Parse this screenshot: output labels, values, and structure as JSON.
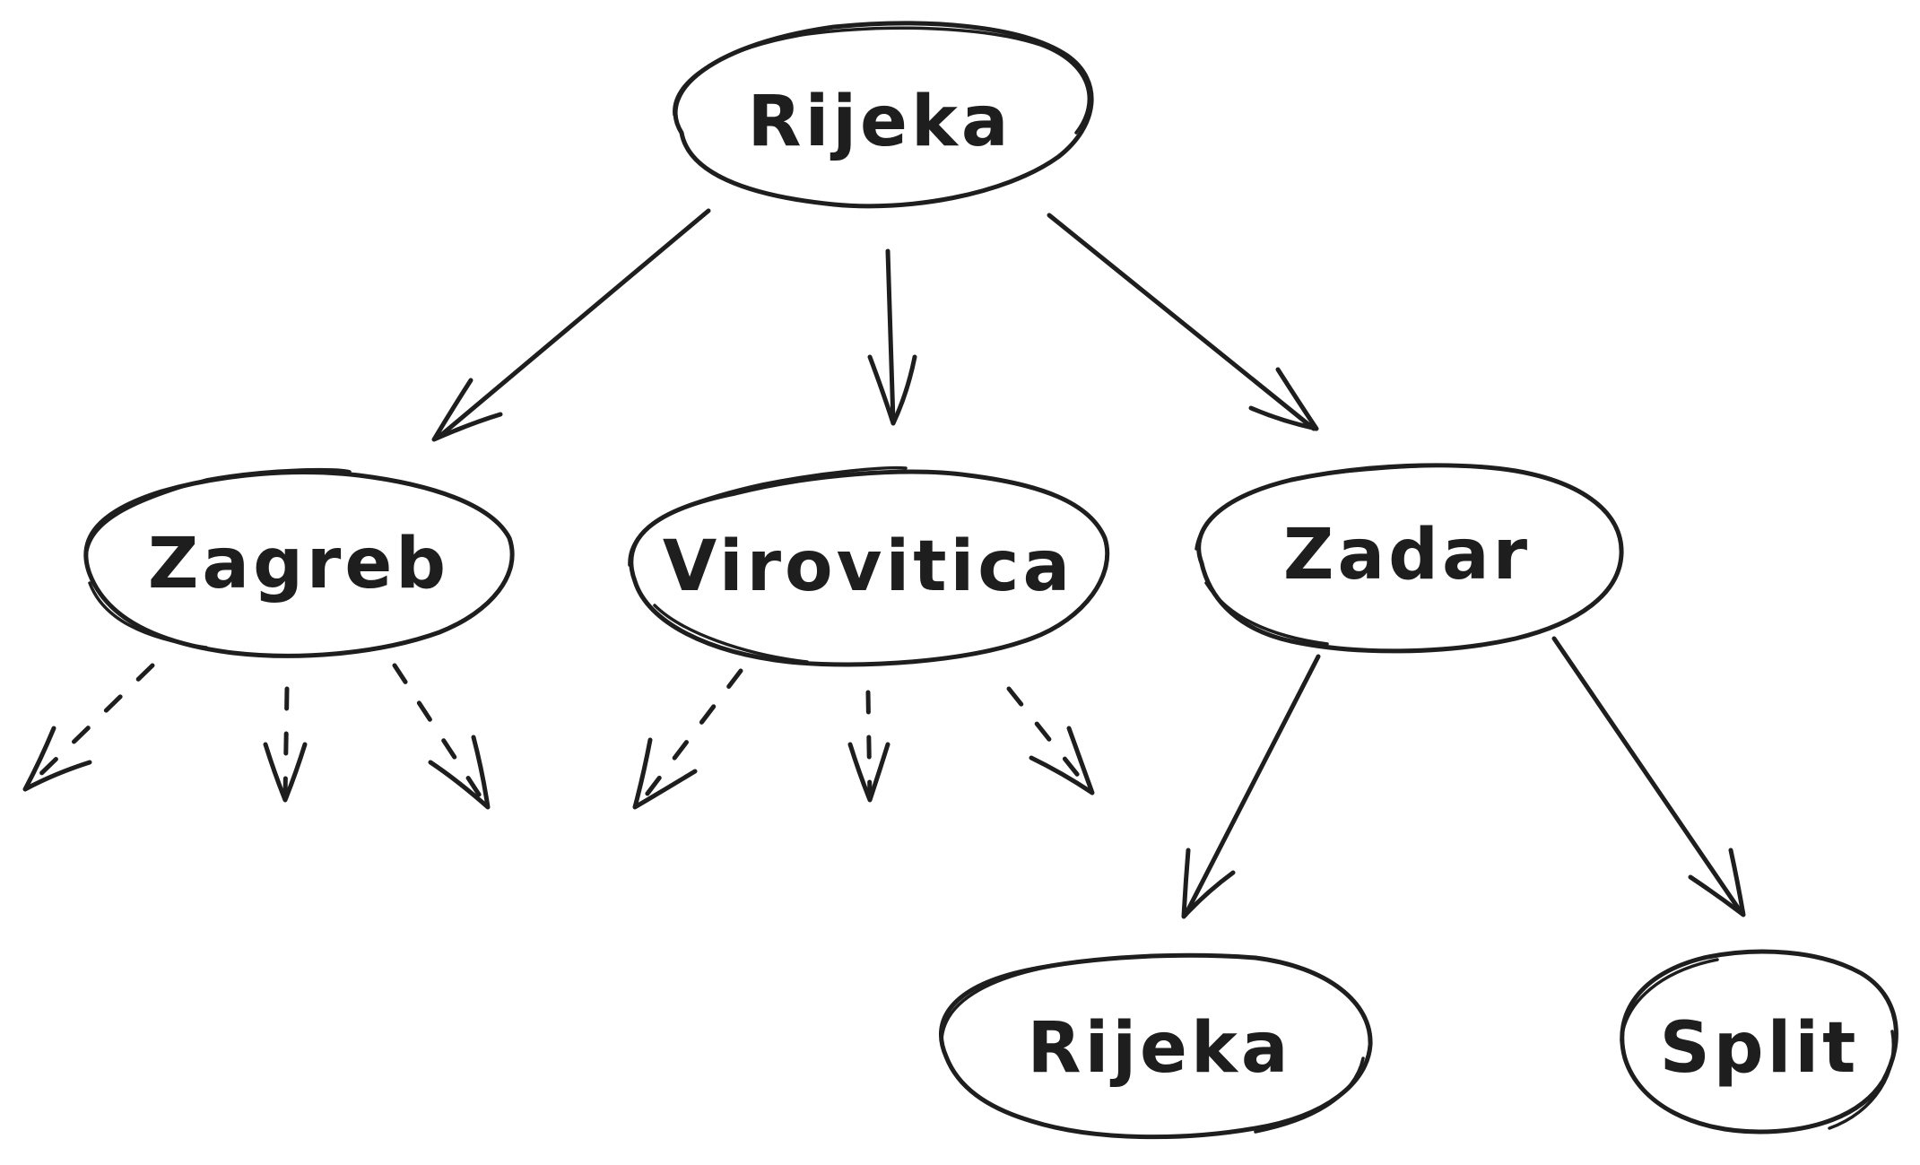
{
  "nodes": {
    "rijeka_root": {
      "label": "Rijeka"
    },
    "zagreb": {
      "label": "Zagreb"
    },
    "virovitica": {
      "label": "Virovitica"
    },
    "zadar": {
      "label": "Zadar"
    },
    "rijeka_leaf": {
      "label": "Rijeka"
    },
    "split": {
      "label": "Split"
    }
  },
  "colors": {
    "stroke": "#1e1e1e",
    "background": "#ffffff"
  }
}
